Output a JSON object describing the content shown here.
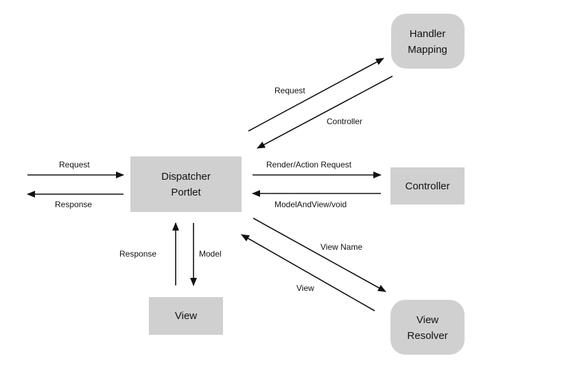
{
  "nodes": {
    "dispatcher": [
      "Dispatcher",
      "Portlet"
    ],
    "handler_mapping": [
      "Handler",
      "Mapping"
    ],
    "controller": [
      "Controller"
    ],
    "view": [
      "View"
    ],
    "view_resolver": [
      "View",
      "Resolver"
    ]
  },
  "edges": {
    "client_request": "Request",
    "client_response": "Response",
    "handler_request": "Request",
    "handler_controller": "Controller",
    "render_action_request": "Render/Action Request",
    "model_and_view": "ModelAndView/void",
    "view_name": "View Name",
    "view_return": "View",
    "model": "Model",
    "view_response": "Response"
  },
  "colors": {
    "node_fill": "#d0d0d0",
    "stroke": "#111111",
    "background": "#ffffff"
  }
}
